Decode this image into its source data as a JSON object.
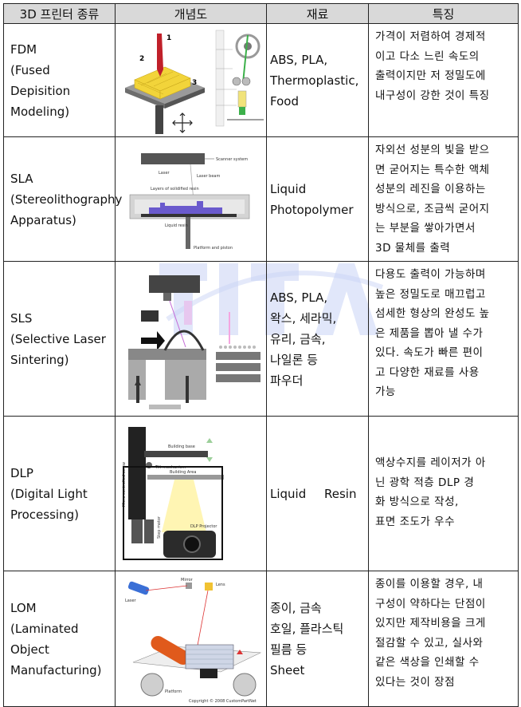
{
  "headers": [
    "3D 프린터 종류",
    "개념도",
    "재료",
    "특징"
  ],
  "rows": [
    {
      "key": "fdm",
      "type_lines": [
        "FDM",
        "(Fused",
        "Depisition",
        "Modeling)"
      ],
      "materials_lines": [
        "ABS, PLA,",
        "Thermoplastic,",
        "Food"
      ],
      "features_lines": [
        "가격이 저렴하여 경제적",
        "이고 다소 느린 속도의",
        "출력이지만 저 정밀도에",
        "내구성이 강한 것이 특징"
      ],
      "diagram_labels": [
        "1",
        "2",
        "3"
      ]
    },
    {
      "key": "sla",
      "type_lines": [
        "SLA",
        "(Stereolithography",
        "Apparatus)"
      ],
      "materials_lines": [
        "Liquid",
        "Photopolymer"
      ],
      "features_lines": [
        "자외선 성분의 빛을 받으",
        "면 굳어지는 특수한 액체",
        "성분의 레진을 이용하는",
        "방식으로, 조금씩 굳어지",
        "는 부분을 쌓아가면서",
        "3D 물체를 출력"
      ],
      "diagram_labels": [
        "Scanner system",
        "Laser",
        "Laser beam",
        "Layers of solidified resin",
        "Liquid resin",
        "Platform and piston"
      ]
    },
    {
      "key": "sls",
      "type_lines": [
        "SLS",
        "(Selective Laser",
        "Sintering)"
      ],
      "materials_lines": [
        "ABS, PLA,",
        "왁스, 세라믹,",
        "유리, 금속,",
        "나일론 등",
        "파우더"
      ],
      "features_lines": [
        "다용도 출력이 가능하며",
        "높은 정밀도로 매끄럽고",
        "섬세한 형상의 완성도 높",
        "은 제품을 뽑아 낼 수가",
        "있다. 속도가 빠른 편이",
        "고 다양한 재료를 사용",
        "가능"
      ],
      "diagram_labels": []
    },
    {
      "key": "dlp",
      "type_lines": [
        "DLP",
        "(Digital Light",
        "Processing)"
      ],
      "materials_lines": [
        "Liquid Resin"
      ],
      "features_lines": [
        "액상수지를 레이저가 아",
        "닌 광학 적층 DLP 경",
        "화 방식으로 작성,",
        "표면 조도가 우수"
      ],
      "diagram_labels": [
        "Building base",
        "Tilt mechanism",
        "Building Area",
        "DLP Projector",
        "Micro controlled screw",
        "Step motor"
      ]
    },
    {
      "key": "lom",
      "type_lines": [
        "LOM",
        "(Laminated",
        "Object",
        "Manufacturing)"
      ],
      "materials_lines": [
        "종이, 금속",
        "호일, 플라스틱",
        "필름 등",
        "Sheet"
      ],
      "features_lines": [
        "종이를 이용할 경우, 내",
        "구성이 약하다는 단점이",
        "있지만 제작비용을 크게",
        "절감할 수 있고, 실사와",
        "같은 색상을 인쇄할 수",
        "있다는 것이 장점"
      ],
      "diagram_labels": [
        "Laser",
        "Mirror",
        "Lens",
        "Platform",
        "Copyright © 2008 CustomPartNet"
      ]
    }
  ],
  "colors": {
    "header_bg": "#d9d9d9",
    "border": "#222222",
    "resin": "#6a5acd",
    "filament": "#e8d24a",
    "watermark": "#c9d3f5"
  }
}
